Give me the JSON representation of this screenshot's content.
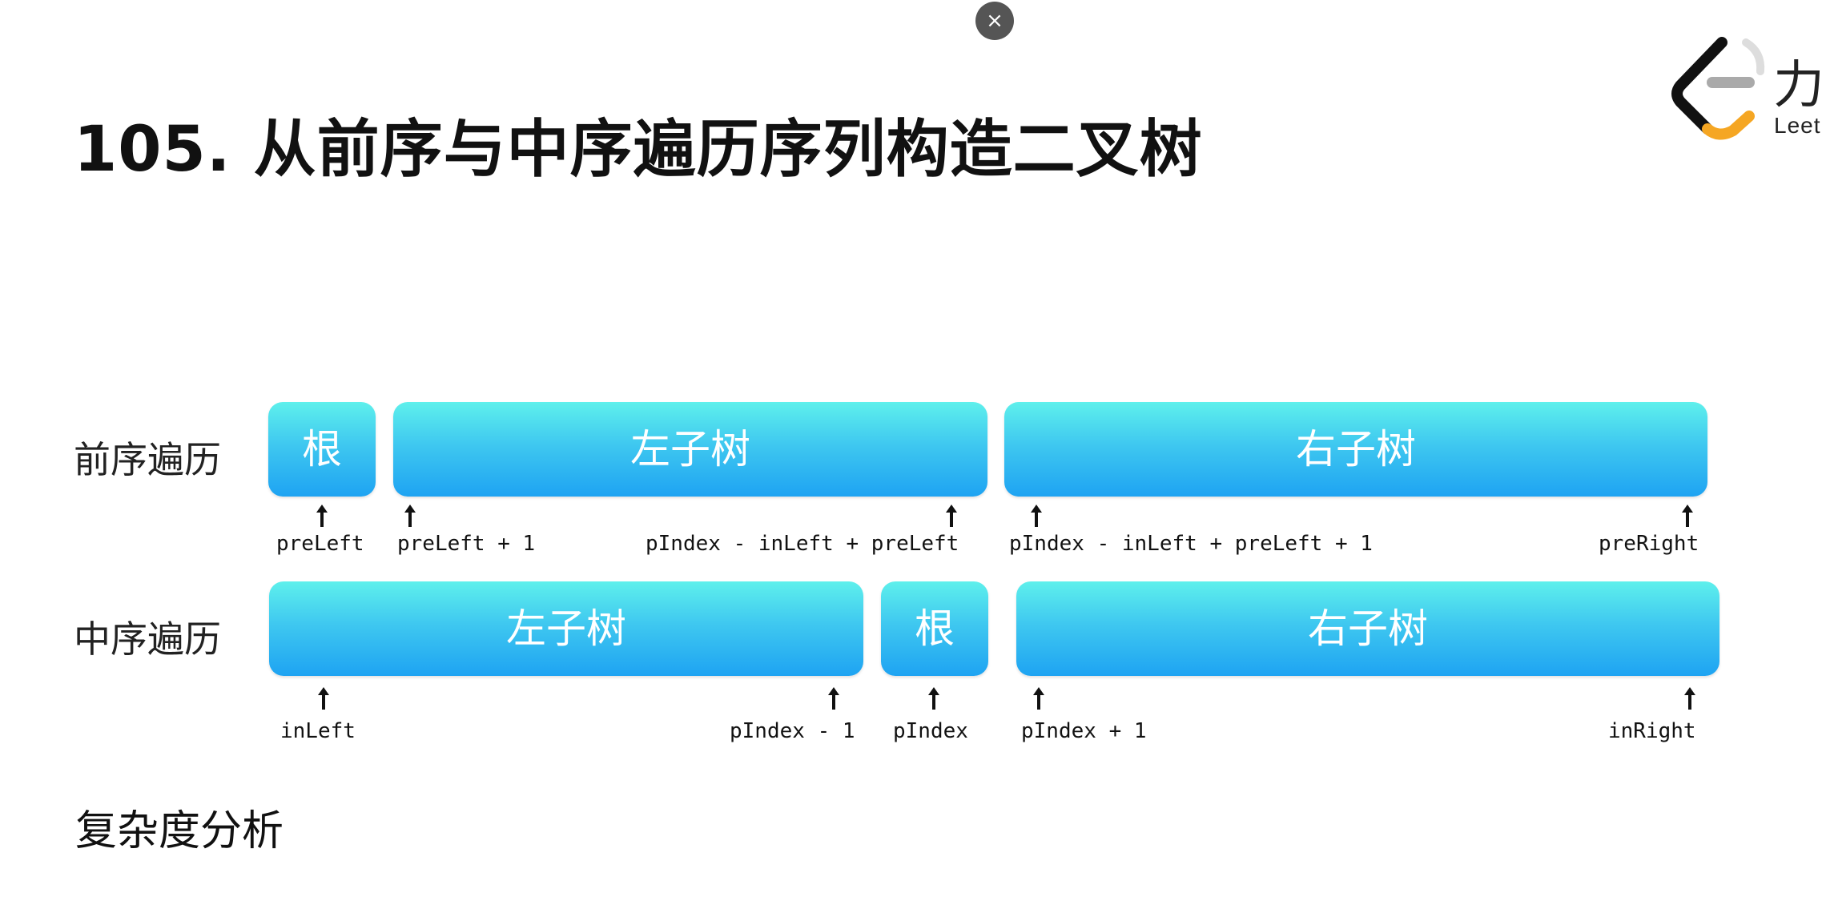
{
  "title": "105. 从前序与中序遍历序列构造二叉树",
  "logo": {
    "text_cn": "力",
    "text_en": "Leet",
    "icon": "leetcode-logo-icon"
  },
  "close_label": "×",
  "preorder": {
    "label": "前序遍历",
    "segments": [
      "根",
      "左子树",
      "右子树"
    ],
    "pointers": [
      "preLeft",
      "preLeft + 1",
      "pIndex - inLeft + preLeft",
      "pIndex - inLeft + preLeft + 1",
      "preRight"
    ]
  },
  "inorder": {
    "label": "中序遍历",
    "segments": [
      "左子树",
      "根",
      "右子树"
    ],
    "pointers": [
      "inLeft",
      "pIndex - 1",
      "pIndex",
      "pIndex + 1",
      "inRight"
    ]
  },
  "section_heading": "复杂度分析",
  "colors": {
    "segment_top": "#5ef0ec",
    "segment_bottom": "#1ea3f2",
    "logo_orange": "#f5a623"
  }
}
